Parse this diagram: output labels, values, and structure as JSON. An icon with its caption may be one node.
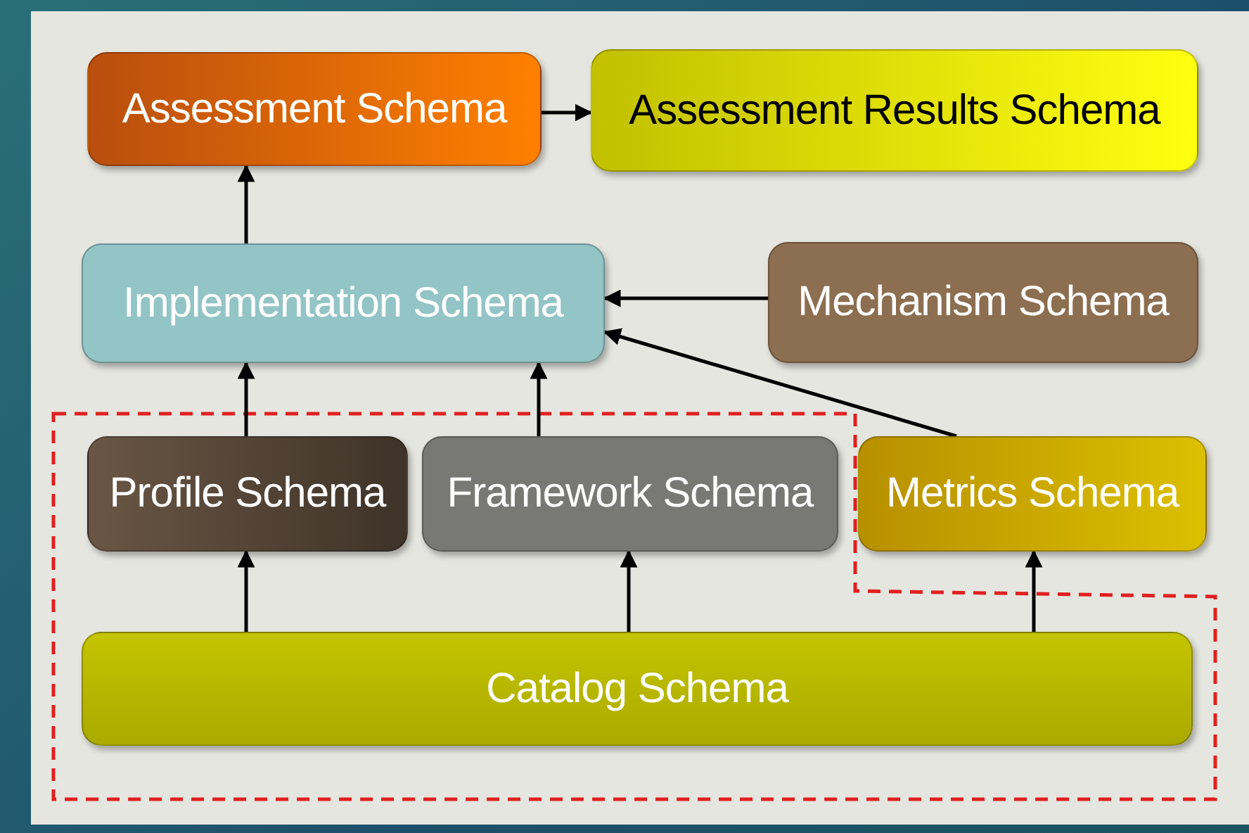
{
  "diagram": {
    "nodes": [
      {
        "text": [
          "Assessment Schema"
        ]
      },
      {
        "text": [
          "Assessment Results Schema"
        ]
      },
      {
        "text": [
          "Implementation Schema"
        ]
      },
      {
        "text": [
          "Mechanism Schema"
        ]
      },
      {
        "text": [
          "Profile Schema"
        ]
      },
      {
        "text": [
          "Framework Schema"
        ]
      },
      {
        "text": [
          "Metrics Schema"
        ]
      },
      {
        "text": [
          "Catalog Schema"
        ]
      }
    ],
    "edges": [
      {
        "from": 2,
        "to": 0,
        "arrow": "to"
      },
      {
        "from": 0,
        "to": 1,
        "arrow": "to"
      },
      {
        "from": 3,
        "to": 2,
        "arrow": "to"
      },
      {
        "from": 6,
        "to": 2,
        "arrow": "to"
      },
      {
        "from": 4,
        "to": 2,
        "arrow": "to"
      },
      {
        "from": 5,
        "to": 2,
        "arrow": "to"
      },
      {
        "from": 7,
        "to": 4,
        "arrow": "to"
      },
      {
        "from": 7,
        "to": 5,
        "arrow": "to"
      },
      {
        "from": 7,
        "to": 6,
        "arrow": "to"
      }
    ]
  }
}
